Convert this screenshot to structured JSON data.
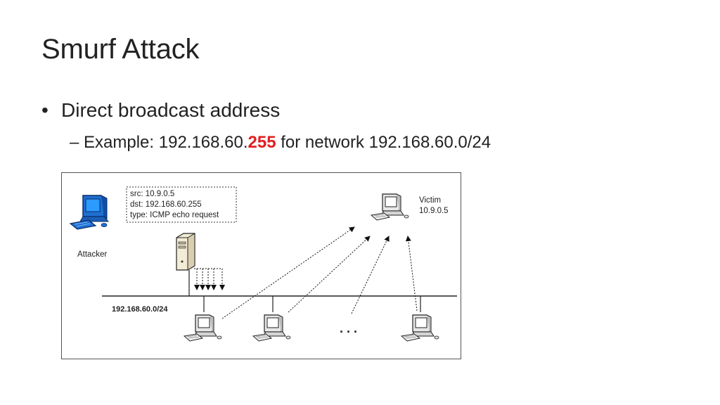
{
  "slide": {
    "title": "Smurf Attack",
    "bullet": "Direct broadcast address",
    "sub_bullet": {
      "dash": "–",
      "prefix": "Example: 192.168.60.",
      "highlight": "255",
      "suffix": " for network 192.168.60.0/24"
    }
  },
  "diagram": {
    "packet": {
      "src": "src:  10.9.0.5",
      "dst": "dst: 192.168.60.255",
      "type": "type: ICMP echo request"
    },
    "attacker_label": "Attacker",
    "victim_label": "Victim",
    "victim_ip": "10.9.0.5",
    "network_label": "192.168.60.0/24",
    "ellipsis": ". . .",
    "colors": {
      "highlight": "#e02020",
      "attacker_screen": "#1f6fd1"
    }
  }
}
